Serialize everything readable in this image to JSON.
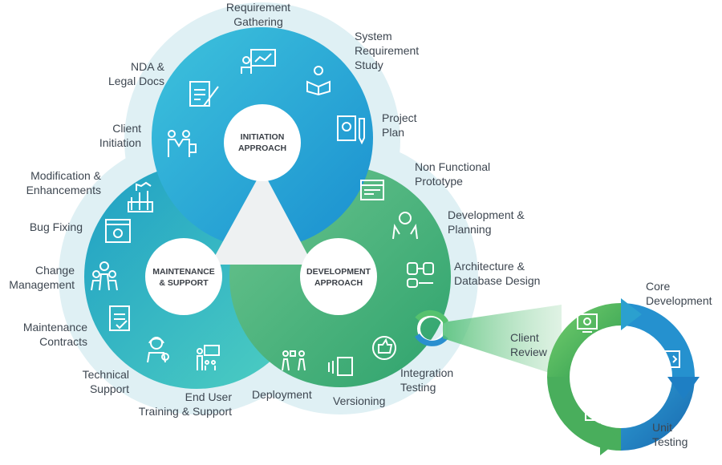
{
  "hubs": {
    "initiation": "INITIATION\nAPPROACH",
    "maintenance": "MAINTENANCE\n& SUPPORT",
    "development": "DEVELOPMENT\nAPPROACH"
  },
  "initiation_items": {
    "requirement_gathering": "Requirement\nGathering",
    "system_requirement_study": "System\nRequirement\nStudy",
    "project_plan": "Project\nPlan",
    "nda_legal_docs": "NDA &\nLegal Docs",
    "client_initiation": "Client\nInitiation"
  },
  "development_items": {
    "non_functional_prototype": "Non Functional\nPrototype",
    "development_planning": "Development &\nPlanning",
    "architecture_database": "Architecture &\nDatabase Design",
    "integration_testing": "Integration\nTesting",
    "versioning": "Versioning",
    "deployment": "Deployment"
  },
  "maintenance_items": {
    "modification_enhancements": "Modification &\nEnhancements",
    "bug_fixing": "Bug Fixing",
    "change_management": "Change\nManagement",
    "maintenance_contracts": "Maintenance\nContracts",
    "technical_support": "Technical\nSupport",
    "end_user_training": "End User\nTraining & Support"
  },
  "cycle_items": {
    "client_review": "Client\nReview",
    "core_development": "Core\nDevelopment",
    "unit_testing": "Unit\nTesting"
  },
  "colors": {
    "initiation": "#1aa3d1",
    "development": "#43b079",
    "maintenance": "#2bb8b3",
    "halo": "#d6eef2",
    "text": "#3d4650"
  },
  "icons": {
    "requirement_gathering": "presentation-icon",
    "system_requirement_study": "reading-person-icon",
    "project_plan": "plan-document-icon",
    "nda_legal_docs": "signed-document-icon",
    "client_initiation": "handshake-people-icon",
    "non_functional_prototype": "wireframe-icon",
    "development_planning": "idea-hands-icon",
    "architecture_database": "database-flow-icon",
    "integration_testing": "sync-cycle-icon",
    "versioning": "versions-icon",
    "deployment": "team-deploy-icon",
    "modification_enhancements": "raised-hands-icon",
    "bug_fixing": "bug-window-icon",
    "change_management": "team-change-icon",
    "maintenance_contracts": "contract-icon",
    "technical_support": "headset-support-icon",
    "end_user_training": "trainer-icon",
    "client_review": "review-screen-icon",
    "core_development": "code-icon",
    "unit_testing": "checklist-icon"
  }
}
